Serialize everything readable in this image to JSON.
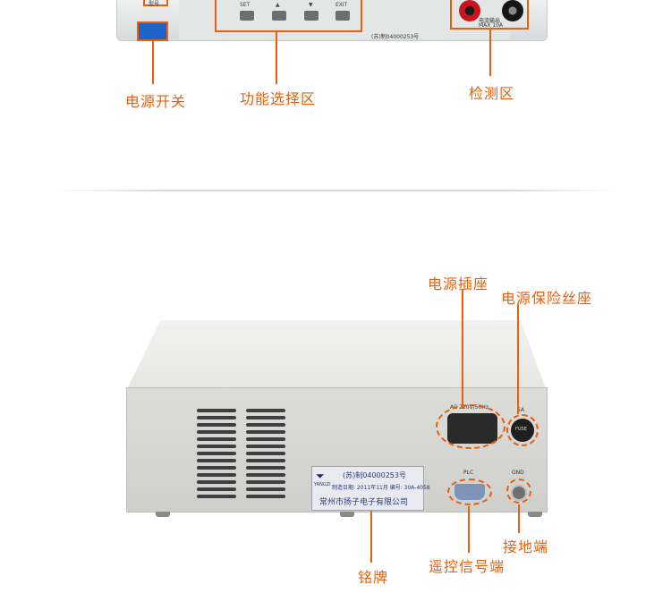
{
  "colors": {
    "accent": "#e8600e",
    "power_button": "#1f63c8"
  },
  "front": {
    "keys": [
      "SET",
      "▲",
      "▼",
      "EXIT"
    ],
    "terminal_label": "电流输出",
    "terminal_sub": "MAX 10A",
    "cert": "(苏)制04000253号",
    "model_label": "型号"
  },
  "callouts": {
    "power_switch": "电源开关",
    "function_select": "功能选择区",
    "detection": "检测区",
    "power_socket": "电源插座",
    "fuse_holder": "电源保险丝座",
    "ground": "接地端",
    "remote_signal": "遥控信号端",
    "nameplate": "铭牌"
  },
  "rear": {
    "socket_label": "AC 220V/50Hz",
    "fuse_label": "5A",
    "fuse_text": "FUSE",
    "plc_label": "PLC",
    "gnd_label": "GND"
  },
  "nameplate": {
    "brand": "YANGZI",
    "cert": "(苏)制04000253号",
    "date_line": "制造日期: 2011年11月 编号: 30A-4058",
    "company": "常州市扬子电子有限公司"
  }
}
